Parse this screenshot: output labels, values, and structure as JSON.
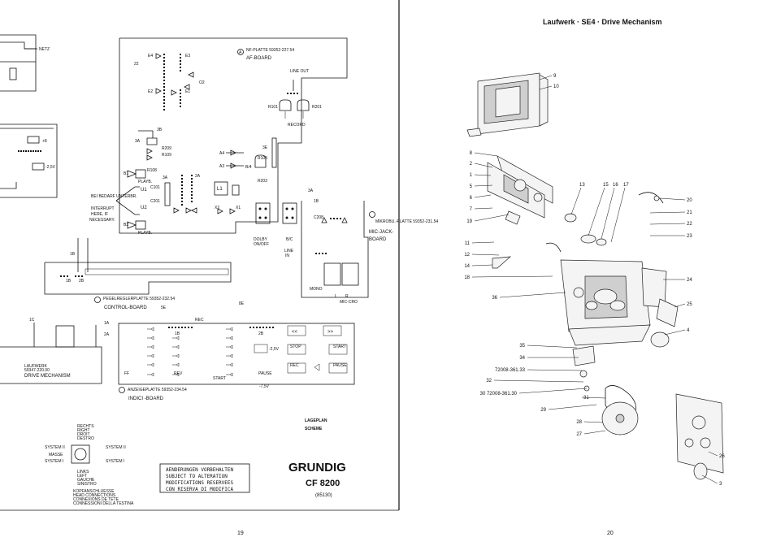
{
  "page_left": {
    "page_number": "19",
    "boards": {
      "af_board": {
        "code": "NF-PLATTE 59352-227.54",
        "name": "AF-BOARD"
      },
      "control_board": {
        "code": "PEGELREGLERPLATTE 59352-232.54",
        "name": "CONTROL-BOARD"
      },
      "indici_board": {
        "code": "ANZEIGEPLATTE 59352-234.54",
        "name": "INDICI -BOARD"
      },
      "mic_jack_board": {
        "code": "MIKROBU.-PLATTE 59352-231.54",
        "name": "MIC-JACK-BOARD"
      },
      "drive_mechanism": {
        "code": "LAUFWERK 59347-220.00",
        "name": "DRIVE MECHANISM"
      }
    },
    "labels": {
      "netz": "NETZ",
      "playb": "PLAYB.",
      "playb2": "PLAYB.",
      "record": "RECORD",
      "line_out": "LINE OUT",
      "line_in": "LINE IN",
      "dolby": "DOLBY ON/OFF",
      "bc": "B/C",
      "mono": "MONO",
      "l": "L",
      "r": "R",
      "cro": "CRO",
      "interrupt_de": "BEI BEDARF UNTERBR.",
      "interrupt_en": "INTERRUPT HERE, IF NECESSARY.",
      "u1": "U1",
      "u2": "U2",
      "r209": "R209",
      "r108": "R108",
      "c201": "C201",
      "c101": "C101",
      "r103": "R103",
      "r203": "R203",
      "r101": "R101",
      "r201": "R201",
      "stop": "STOP",
      "start": "START",
      "rec": "REC",
      "pause": "PAUSE",
      "start2": "START",
      "pause2": "PAUSE",
      "minus_7v": "-7,5V",
      "minus_2v": "-2,5V",
      "ff": "FF",
      "rev": "REV",
      "rew": "<<",
      "fwd": ">>"
    },
    "legend": {
      "rechts": [
        "RECHTS",
        "RIGHT",
        "DROIT",
        "DESTRO"
      ],
      "links": [
        "LINKS",
        "LEFT",
        "GAUCHE",
        "SINISTRO"
      ],
      "masse": "MASSE",
      "system_ii": "SYSTEM II",
      "system_i": "SYSTEM I",
      "kopfanschluesse": [
        "KOPFANSCHLUESSE",
        "HEAD CONNECTIONS",
        "CONNEXIONS DE TETE",
        "CONNESSIONI DELLA TESTINA"
      ],
      "left_side": [
        "SYSTEM II",
        "MASSE",
        "SYSTEM I"
      ]
    },
    "notice": [
      "AENDERUNGEN VORBEHALTEN",
      "SUBJECT TO ALTERATION",
      "MODIFICATIONS RESERVEES",
      "CON RISERVA DI MODIFICA"
    ],
    "lageplan": [
      "LAGEPLAN",
      "SCHEME"
    ],
    "brand": "GRUNDIG",
    "model": "CF 8200",
    "model_code": "(85130)"
  },
  "page_right": {
    "page_number": "20",
    "title": "Laufwerk · SE4 · Drive Mechanism",
    "callouts_left": [
      "8",
      "2",
      "1",
      "5",
      "6",
      "7",
      "19",
      "11",
      "12",
      "14",
      "18",
      "36",
      "35",
      "34",
      "72008-361.33",
      "32",
      "30  72008-361.30",
      "29",
      "28",
      "27"
    ],
    "callouts_top": [
      "9",
      "10",
      "13",
      "15",
      "16",
      "17"
    ],
    "callouts_right": [
      "20",
      "21",
      "22",
      "23",
      "24",
      "25",
      "4",
      "31",
      "26",
      "3"
    ]
  },
  "colors": {
    "ink": "#111111",
    "paper": "#ffffff"
  }
}
